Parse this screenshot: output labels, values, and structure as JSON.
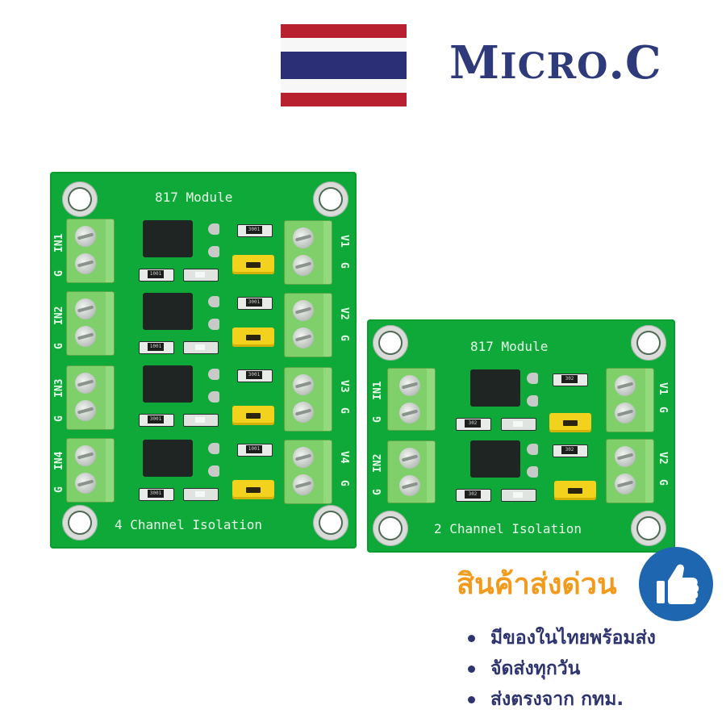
{
  "header": {
    "flag": {
      "name": "thailand-flag",
      "colors": {
        "red": "#b8202f",
        "white": "#ffffff",
        "blue": "#2b2f75"
      }
    },
    "brand": {
      "first_letter": "M",
      "rest": "ICRO",
      "dot": ".",
      "last": "C",
      "color": "#2e3a7a"
    }
  },
  "boards": [
    {
      "title": "817 Module",
      "footer": "4 Channel Isolation",
      "channels": [
        {
          "in_label": "IN1",
          "g_label": "G",
          "out_label": "V1",
          "out_g_label": "G",
          "resistor_top": "3001",
          "resistor_bottom": "1001"
        },
        {
          "in_label": "IN2",
          "g_label": "G",
          "out_label": "V2",
          "out_g_label": "G",
          "resistor_top": "3001",
          "resistor_bottom": "1001"
        },
        {
          "in_label": "IN3",
          "g_label": "G",
          "out_label": "V3",
          "out_g_label": "G",
          "resistor_top": "3001",
          "resistor_bottom": "3001"
        },
        {
          "in_label": "IN4",
          "g_label": "G",
          "out_label": "V4",
          "out_g_label": "G",
          "resistor_top": "1001",
          "resistor_bottom": "3001"
        }
      ]
    },
    {
      "title": "817 Module",
      "footer": "2 Channel Isolation",
      "channels": [
        {
          "in_label": "IN1",
          "g_label": "G",
          "out_label": "V1",
          "out_g_label": "G",
          "resistor_top": "302",
          "resistor_bottom": "302"
        },
        {
          "in_label": "IN2",
          "g_label": "G",
          "out_label": "V2",
          "out_g_label": "G",
          "resistor_top": "302",
          "resistor_bottom": "302"
        }
      ]
    }
  ],
  "promo": {
    "title": "สินค้าส่งด่วน",
    "title_color": "#f29a1b",
    "icon": "thumbs-up-icon",
    "icon_color": "#1f66b1",
    "bullets": [
      "มีของในไทยพร้อมส่ง",
      "จัดส่งทุกวัน",
      "ส่งตรงจาก กทม."
    ],
    "bullet_color": "#2e3470"
  }
}
